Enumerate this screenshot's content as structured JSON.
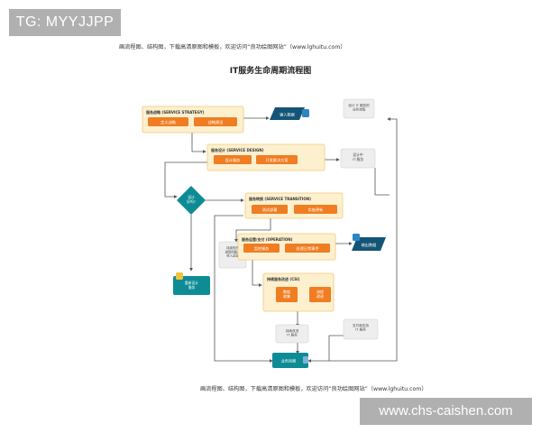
{
  "watermark_top": "TG: MYYJJPP",
  "watermark_bottom": "www.chs-caishen.com",
  "note_text": "画流程图、结构图，下载高清原图和模板，欢迎访问“良功绘图网站”（www.lghuitu.com）",
  "title": "IT服务生命周期流程图",
  "stages": {
    "strategy": {
      "label": "服务战略 (SERVICE STRATEGY)",
      "items": [
        "定义战略",
        "战略建设"
      ]
    },
    "design": {
      "label": "服务设计 (SERVICE DESIGN)",
      "items": [
        "设计服务",
        "开发解决方案"
      ]
    },
    "transition": {
      "label": "服务转换 (SERVICE TRANSITION)",
      "items": [
        "测试部署",
        "实施更新"
      ]
    },
    "operation": {
      "label": "服务运营/支付 (OPERATION)",
      "items": [
        "监控服务",
        "处理日常事件"
      ]
    },
    "csi": {
      "label": "持续服务改进 (CSI)",
      "items": [
        "数据\n收集",
        "流程\n改进"
      ]
    }
  },
  "nodes": {
    "input_data": "输入数据",
    "design_it_service": "设计 IT 服务的\n业务流程",
    "design_it_out": "设计中\nIT 服务",
    "decision": "设计\n好吗?",
    "side_note": "持续的改\n进型的服务\n收入运营",
    "output_data": "输出数据",
    "revise_design": "重新设计\n服务",
    "stop_it": "持续改进\nIT 服务",
    "support_it": "支付和支持\nIT 服务",
    "business_value": "业务回报"
  },
  "colors": {
    "stage_fill": "#fdf0cf",
    "stage_stroke": "#f0c97a",
    "task_fill": "#f07d22",
    "teal": "#0e8c95",
    "navy": "#145577",
    "gray_fill": "#eeeeee",
    "line": "#555555"
  }
}
